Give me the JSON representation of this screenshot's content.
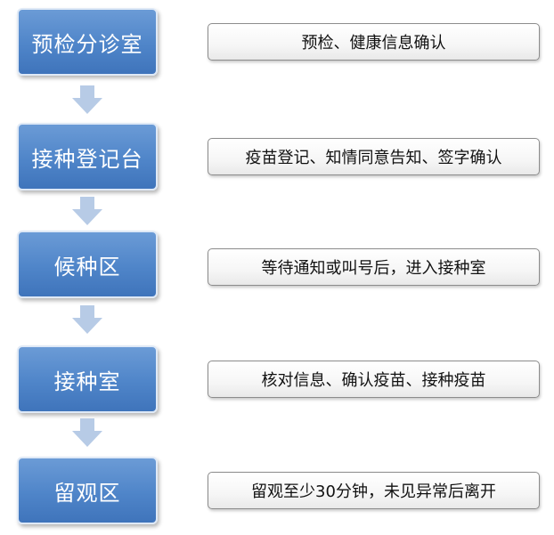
{
  "steps": [
    {
      "label": "预检分诊室",
      "description": "预检、健康信息确认"
    },
    {
      "label": "接种登记台",
      "description": "疫苗登记、知情同意告知、签字确认"
    },
    {
      "label": "候种区",
      "description": "等待通知或叫号后，进入接种室"
    },
    {
      "label": "接种室",
      "description": "核对信息、确认疫苗、接种疫苗"
    },
    {
      "label": "留观区",
      "description": "留观至少30分钟，未见异常后离开"
    }
  ],
  "colors": {
    "step_fill": "#4f85c9",
    "arrow_fill": "#b7cbe6",
    "box_border": "#8c8c8c"
  }
}
